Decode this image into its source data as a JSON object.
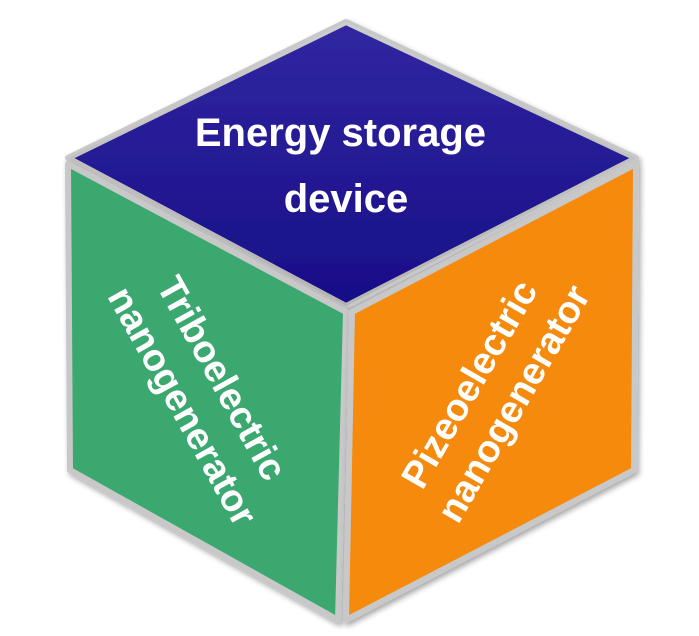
{
  "diagram": {
    "type": "isometric-cube",
    "faces": {
      "top": {
        "label_lines": [
          "Energy storage",
          "device"
        ],
        "color": "#1a0f96"
      },
      "left": {
        "label_lines": [
          "Triboelectric",
          "nanogenerator"
        ],
        "color": "#3aa86f"
      },
      "right": {
        "label_lines": [
          "Pizeoelectric",
          "nanogenerator"
        ],
        "color": "#f58a0b"
      }
    },
    "edge_color": "#c8c8c8",
    "text_color": "#ffffff"
  }
}
